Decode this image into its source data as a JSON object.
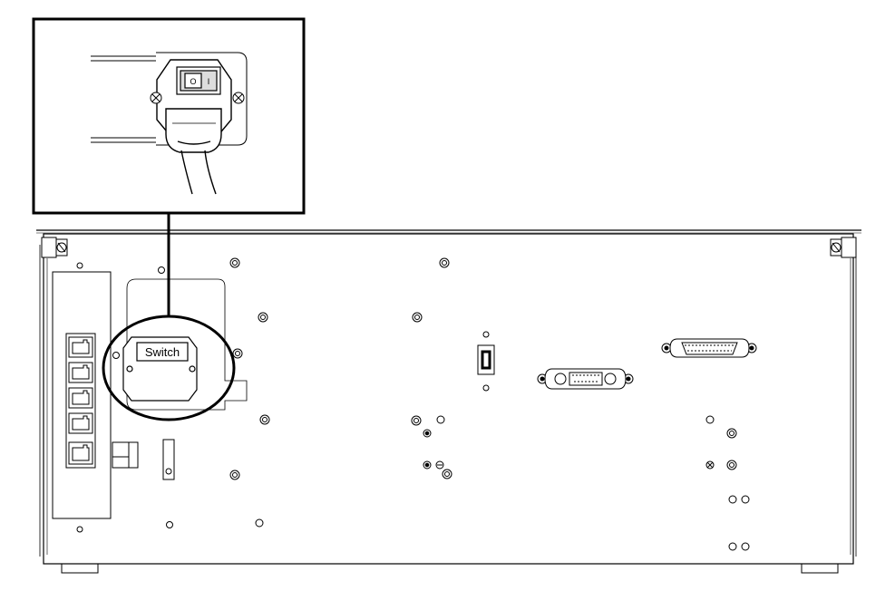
{
  "diagram": {
    "callout_label": "Switch",
    "rocker_off_glyph": "O",
    "rocker_on_glyph": "I",
    "colors": {
      "line": "#000000",
      "background": "#ffffff",
      "panel_fill": "#ffffff",
      "shade": "#dddddd"
    }
  }
}
